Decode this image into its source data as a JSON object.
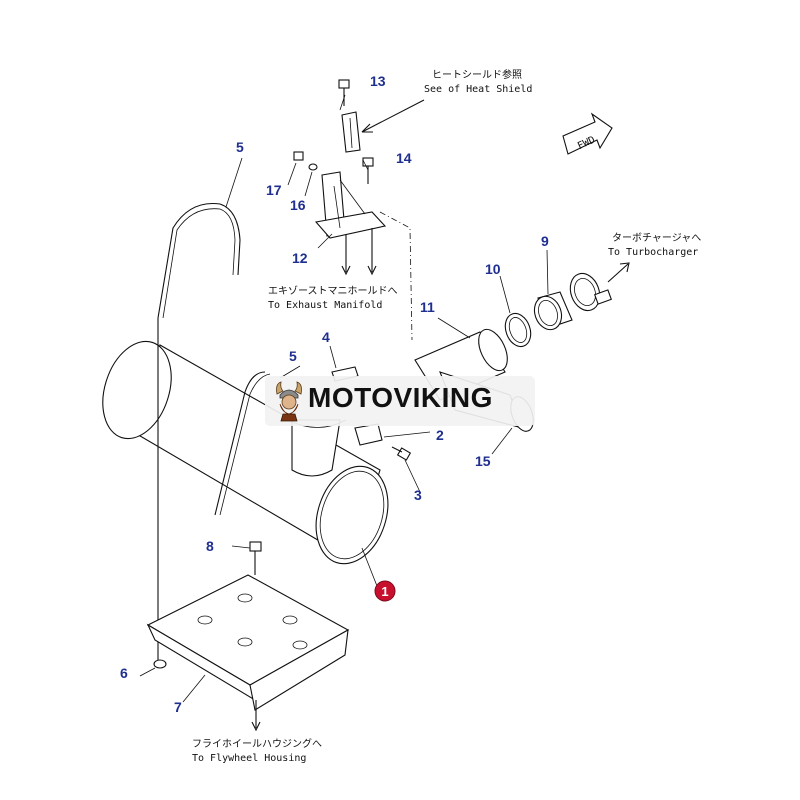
{
  "callouts": {
    "c1": "1",
    "c2": "2",
    "c3": "3",
    "c4": "4",
    "c5a": "5",
    "c5b": "5",
    "c6": "6",
    "c7": "7",
    "c8": "8",
    "c9": "9",
    "c10": "10",
    "c11": "11",
    "c12": "12",
    "c13": "13",
    "c14": "14",
    "c15": "15",
    "c16": "16",
    "c17": "17"
  },
  "notes": {
    "heat_shield_jp": "ヒートシールド参照",
    "heat_shield_en": "See of Heat Shield",
    "turbo_jp": "ターボチャージャへ",
    "turbo_en": "To Turbocharger",
    "exhaust_jp": "エキゾーストマニホールドへ",
    "exhaust_en": "To Exhaust Manifold",
    "flywheel_jp": "フライホイールハウジングへ",
    "flywheel_en": "To Flywheel Housing",
    "fwd": "FWD"
  },
  "watermark": {
    "text": "MOTOVIKING"
  },
  "colors": {
    "callout": "#1f2f8f",
    "highlight_badge": "#c8102e",
    "line": "#111111"
  }
}
